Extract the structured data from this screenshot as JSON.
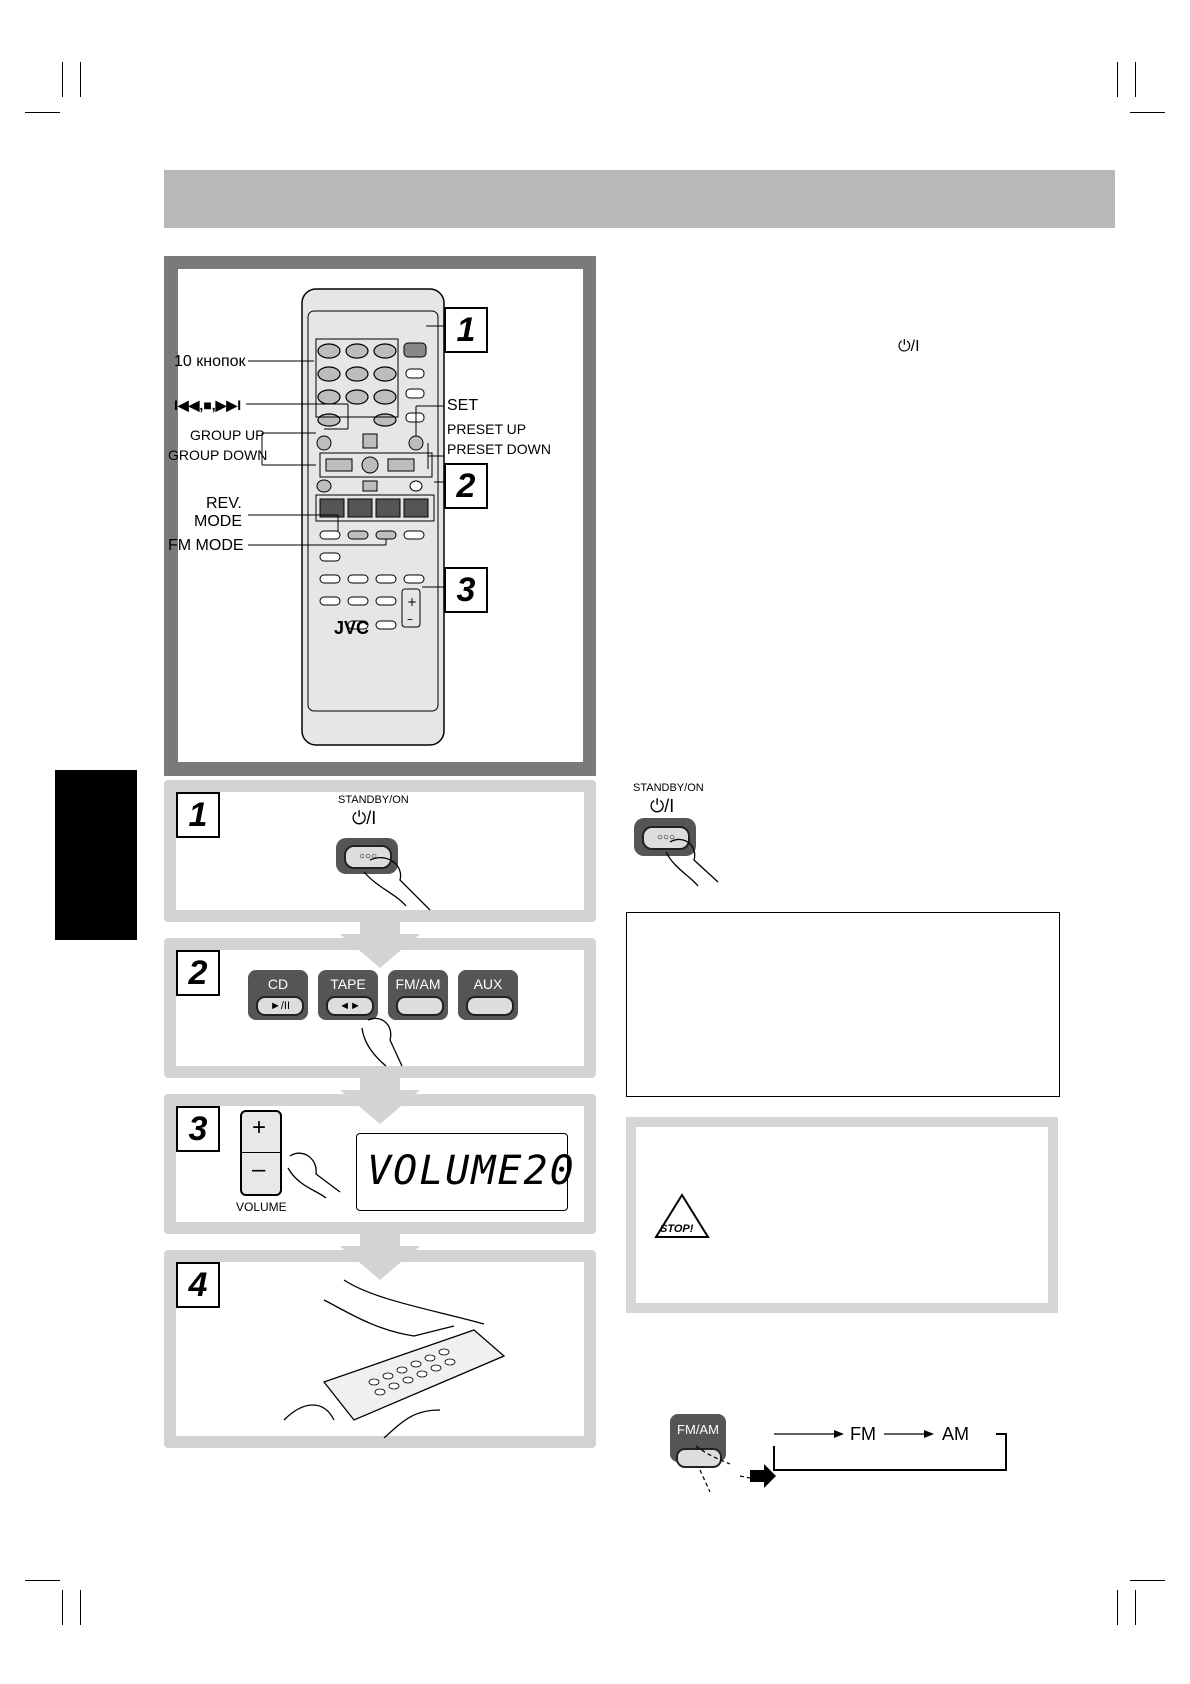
{
  "remote_labels": {
    "ten_keys": "10 кнопок",
    "transport": "I◀◀,■,▶▶I",
    "set": "SET",
    "group_up": "GROUP UP",
    "group_down": "GROUP DOWN",
    "preset_up": "PRESET UP",
    "preset_down": "PRESET DOWN",
    "rev": "REV.",
    "mode": "MODE",
    "fm_mode": "FM MODE",
    "brand": "JVC"
  },
  "callouts": [
    "1",
    "2",
    "3"
  ],
  "power_symbol": "⏻/I",
  "steps": [
    {
      "number": "1",
      "standby_label": "STANDBY/ON",
      "power_symbol": "⏻/I"
    },
    {
      "number": "2",
      "buttons": [
        {
          "label": "CD",
          "sub": "►/II"
        },
        {
          "label": "TAPE",
          "sub": "◄►"
        },
        {
          "label": "FM/AM",
          "sub": ""
        },
        {
          "label": "AUX",
          "sub": ""
        }
      ]
    },
    {
      "number": "3",
      "volume_label": "VOLUME",
      "plus": "+",
      "minus": "–",
      "display": "VOLUME20"
    },
    {
      "number": "4"
    }
  ],
  "right_standby": {
    "label": "STANDBY/ON",
    "symbol": "⏻/I"
  },
  "warning_icon": "STOP!",
  "band_cycle": {
    "button": "FM/AM",
    "first": "FM",
    "second": "AM"
  }
}
